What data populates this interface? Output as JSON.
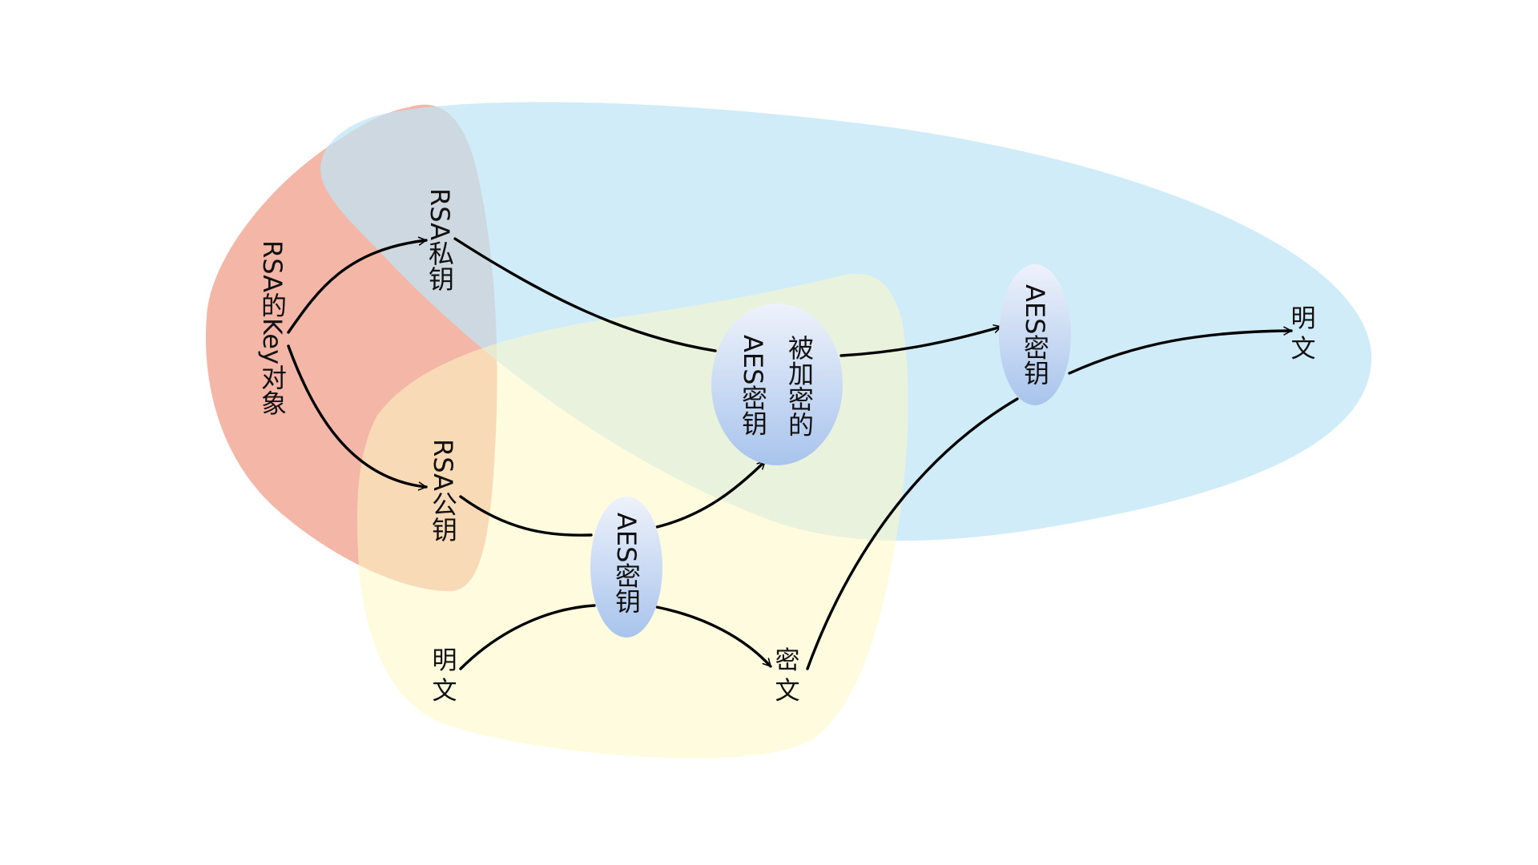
{
  "colors": {
    "rsa_region": "#f3b1a0",
    "decrypt_region": "#bfe4f6",
    "encrypt_region": "#fdf7c5",
    "node_top": "#eef2fb",
    "node_bottom": "#a8c4ec",
    "arrow": "#000000"
  },
  "regions": [
    {
      "id": "rsa-key-object-region",
      "color_key": "rsa_region"
    },
    {
      "id": "decryption-region",
      "color_key": "decrypt_region"
    },
    {
      "id": "encryption-region",
      "color_key": "encrypt_region"
    }
  ],
  "nodes": {
    "rsa_key_object": "RSA的Key对象",
    "rsa_private_key": "RSA私钥",
    "rsa_public_key": "RSA公钥",
    "aes_key_generated": "AES密钥",
    "encrypted_aes_key_line1": "被加密的",
    "encrypted_aes_key_line2": "AES密钥",
    "aes_key_recovered": "AES密钥",
    "plaintext_input": [
      "明",
      "文"
    ],
    "ciphertext": [
      "密",
      "文"
    ],
    "plaintext_output": [
      "明",
      "文"
    ]
  },
  "edges": [
    {
      "from": "rsa_key_object",
      "to": "rsa_private_key"
    },
    {
      "from": "rsa_key_object",
      "to": "rsa_public_key"
    },
    {
      "from": "rsa_public_key",
      "to": "encrypted_aes_key"
    },
    {
      "from": "aes_key_generated",
      "to": "encrypted_aes_key"
    },
    {
      "from": "plaintext_input",
      "to": "ciphertext"
    },
    {
      "from": "aes_key_generated",
      "to": "ciphertext"
    },
    {
      "from": "rsa_private_key",
      "to": "aes_key_recovered"
    },
    {
      "from": "encrypted_aes_key",
      "to": "aes_key_recovered"
    },
    {
      "from": "ciphertext",
      "to": "plaintext_output"
    },
    {
      "from": "aes_key_recovered",
      "to": "plaintext_output"
    }
  ]
}
